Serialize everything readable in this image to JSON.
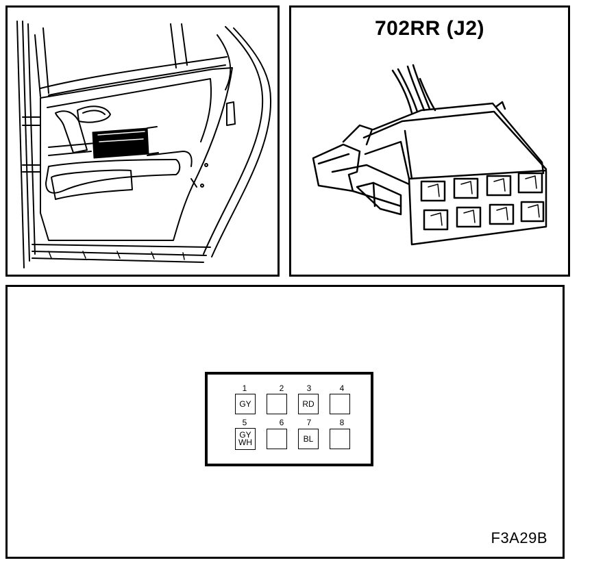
{
  "connector_panel": {
    "title": "702RR (J2)"
  },
  "pinout": {
    "pins": [
      {
        "num": "1",
        "wire": "GY"
      },
      {
        "num": "2",
        "wire": ""
      },
      {
        "num": "3",
        "wire": "RD"
      },
      {
        "num": "4",
        "wire": ""
      },
      {
        "num": "5",
        "wire": "GY\nWH"
      },
      {
        "num": "6",
        "wire": ""
      },
      {
        "num": "7",
        "wire": "BL"
      },
      {
        "num": "8",
        "wire": ""
      }
    ]
  },
  "figure_code": "F3A29B"
}
